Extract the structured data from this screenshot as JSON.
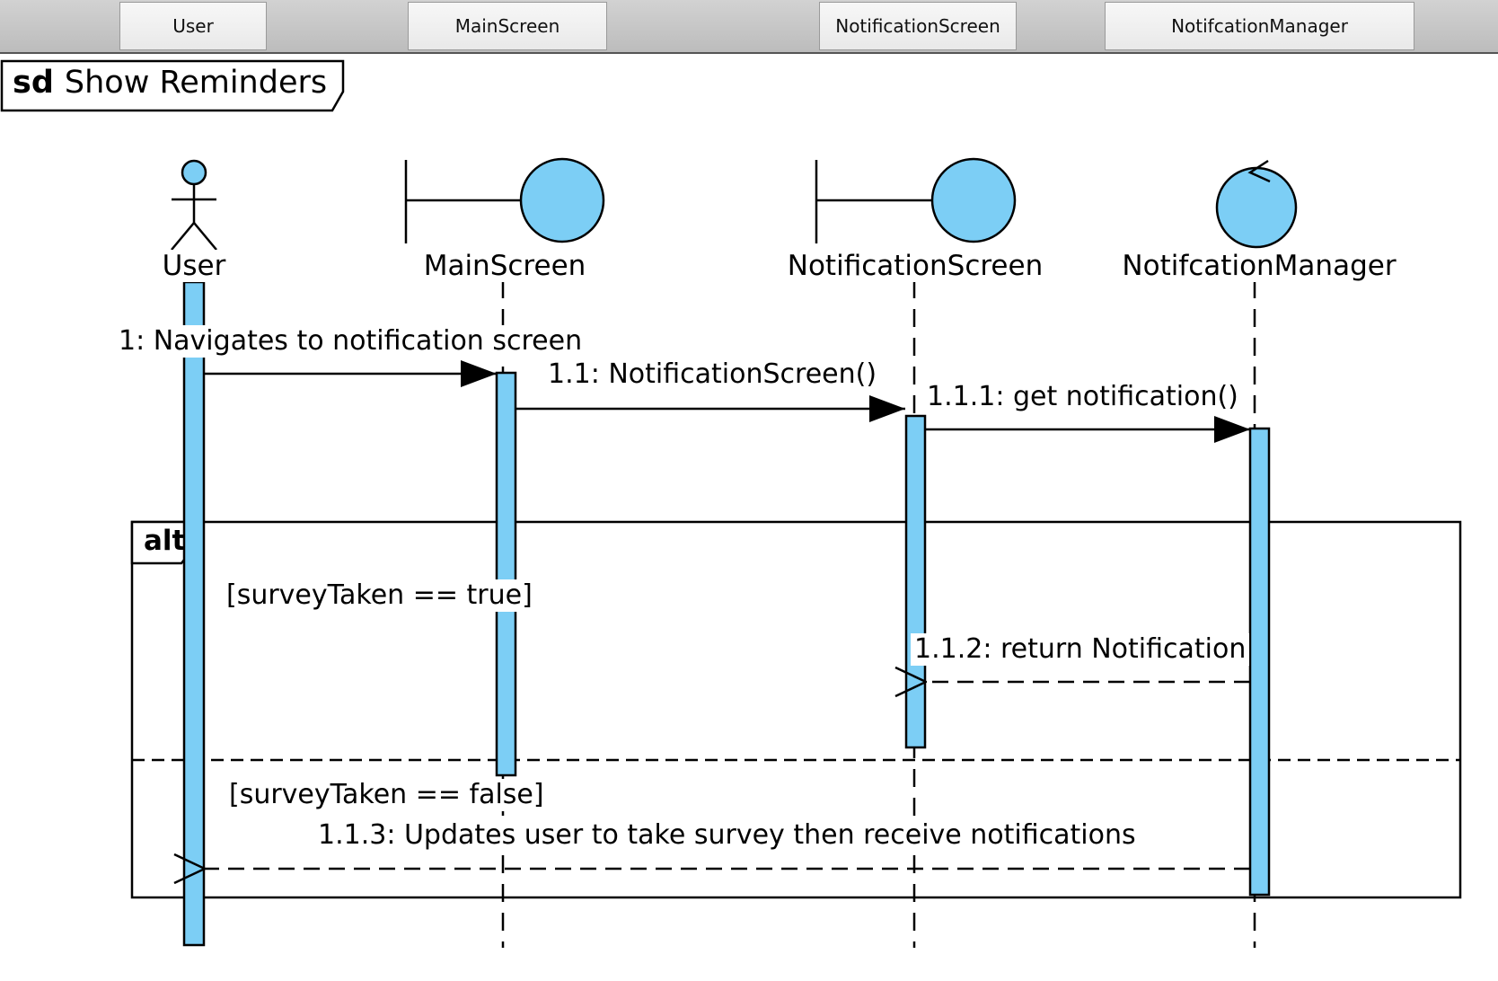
{
  "header_tabs": [
    {
      "label": "User"
    },
    {
      "label": "MainScreen"
    },
    {
      "label": "NotificationScreen"
    },
    {
      "label": "NotifcationManager"
    }
  ],
  "frame": {
    "keyword": "sd",
    "name": "Show Reminders"
  },
  "lifelines": [
    {
      "name": "User",
      "kind": "actor"
    },
    {
      "name": "MainScreen",
      "kind": "boundary"
    },
    {
      "name": "NotificationScreen",
      "kind": "boundary"
    },
    {
      "name": "NotifcationManager",
      "kind": "control"
    }
  ],
  "messages": [
    {
      "label": "1: Navigates to notification screen",
      "from": "User",
      "to": "MainScreen",
      "type": "sync"
    },
    {
      "label": "1.1: NotificationScreen()",
      "from": "MainScreen",
      "to": "NotificationScreen",
      "type": "sync"
    },
    {
      "label": "1.1.1: get notification()",
      "from": "NotificationScreen",
      "to": "NotifcationManager",
      "type": "sync"
    },
    {
      "label": "1.1.2: return Notification",
      "from": "NotifcationManager",
      "to": "NotificationScreen",
      "type": "reply"
    },
    {
      "label": "1.1.3: Updates user to take survey then receive notifications",
      "from": "NotifcationManager",
      "to": "User",
      "type": "reply"
    }
  ],
  "fragment": {
    "operator": "alt",
    "guards": [
      "[surveyTaken == true]",
      "[surveyTaken == false]"
    ]
  },
  "colors": {
    "activation": "#7ccef5",
    "line": "#000000",
    "header": "#cfcfcf"
  }
}
